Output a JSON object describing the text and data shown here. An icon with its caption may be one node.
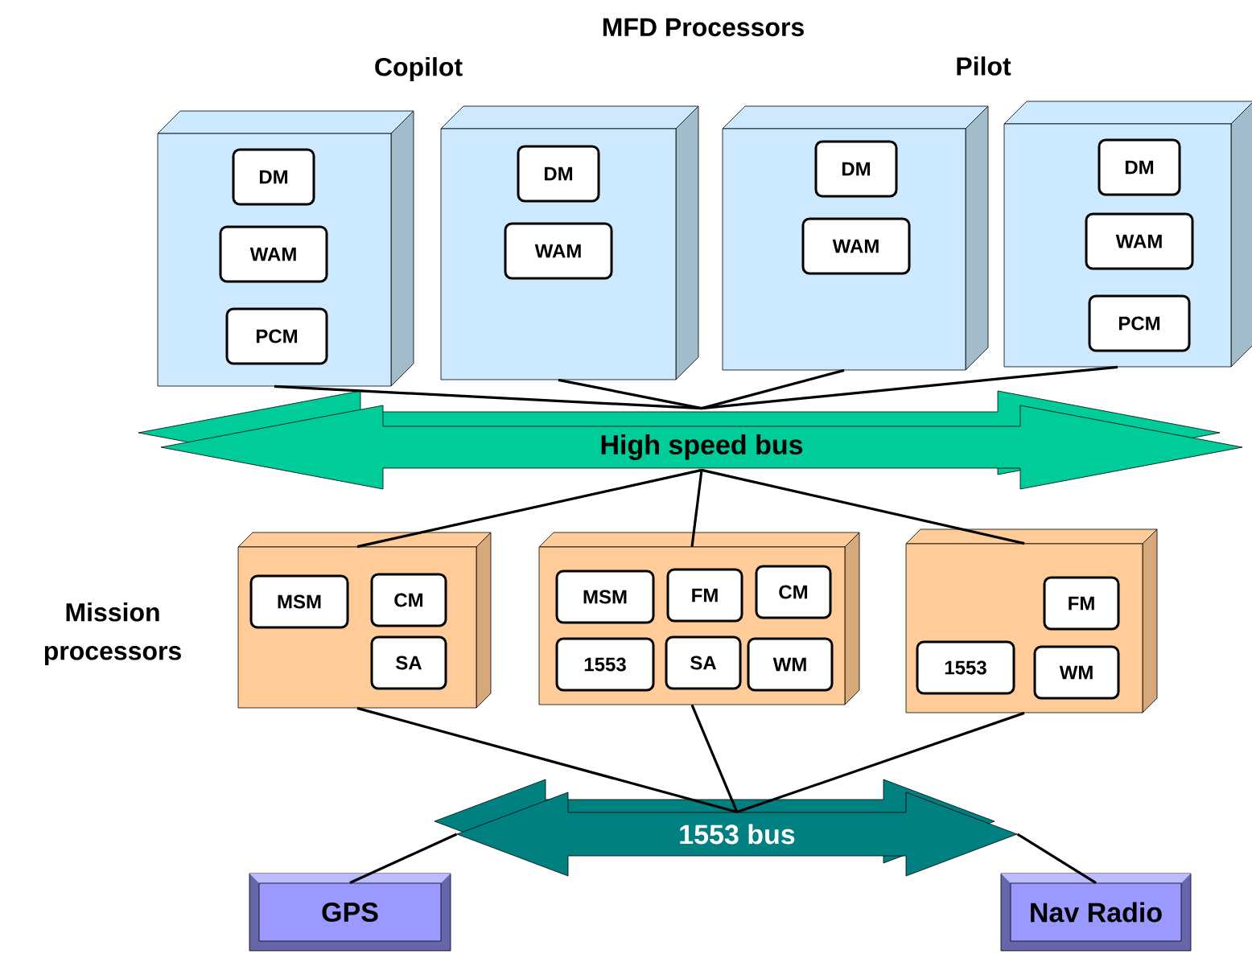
{
  "diagram": {
    "nodes": [
      {
        "text": [],
        "shape": "box"
      },
      {
        "text": [
          "DM"
        ],
        "in": 0
      },
      {
        "text": [
          "WAM"
        ],
        "in": 0
      },
      {
        "text": [
          "PCM"
        ],
        "in": 0
      },
      {
        "text": [],
        "shape": "box"
      },
      {
        "text": [
          "DM"
        ],
        "in": 4
      },
      {
        "text": [
          "WAM"
        ],
        "in": 4
      },
      {
        "text": [],
        "shape": "box"
      },
      {
        "text": [
          "DM"
        ],
        "in": 7
      },
      {
        "text": [
          "WAM"
        ],
        "in": 7
      },
      {
        "text": [],
        "shape": "box"
      },
      {
        "text": [
          "DM"
        ],
        "in": 10
      },
      {
        "text": [
          "WAM"
        ],
        "in": 10
      },
      {
        "text": [
          "PCM"
        ],
        "in": 10
      },
      {
        "text": [
          "High speed bus"
        ]
      },
      {
        "text": [],
        "shape": "box"
      },
      {
        "text": [
          "MSM"
        ],
        "in": 15
      },
      {
        "text": [
          "CM"
        ],
        "in": 15
      },
      {
        "text": [
          "SA"
        ],
        "in": 15
      },
      {
        "text": [],
        "shape": "box"
      },
      {
        "text": [
          "MSM"
        ],
        "in": 19
      },
      {
        "text": [
          "FM"
        ],
        "in": 19
      },
      {
        "text": [
          "CM"
        ],
        "in": 19
      },
      {
        "text": [
          "1553"
        ],
        "in": 19
      },
      {
        "text": [
          "SA"
        ],
        "in": 19
      },
      {
        "text": [
          "WM"
        ],
        "in": 19
      },
      {
        "text": [],
        "shape": "box"
      },
      {
        "text": [
          "FM"
        ],
        "in": 26
      },
      {
        "text": [
          "1553"
        ],
        "in": 26
      },
      {
        "text": [
          "WM"
        ],
        "in": 26
      },
      {
        "text": [
          "1553 bus"
        ]
      },
      {
        "text": [
          "GPS"
        ]
      },
      {
        "text": [
          "Nav Radio"
        ]
      }
    ],
    "edges": [
      {
        "from": 0,
        "to": 14,
        "arrow": "none"
      },
      {
        "from": 4,
        "to": 14,
        "arrow": "none"
      },
      {
        "from": 7,
        "to": 14,
        "arrow": "none"
      },
      {
        "from": 10,
        "to": 14,
        "arrow": "none"
      },
      {
        "from": 14,
        "to": 15,
        "arrow": "none"
      },
      {
        "from": 14,
        "to": 19,
        "arrow": "none"
      },
      {
        "from": 14,
        "to": 26,
        "arrow": "none"
      },
      {
        "from": 15,
        "to": 30,
        "arrow": "none"
      },
      {
        "from": 19,
        "to": 30,
        "arrow": "none"
      },
      {
        "from": 26,
        "to": 30,
        "arrow": "none"
      },
      {
        "from": 30,
        "to": 31,
        "arrow": "none"
      },
      {
        "from": 30,
        "to": 32,
        "arrow": "none"
      }
    ],
    "labels": [
      "MFD Processors",
      "Copilot",
      "Pilot",
      "Mission processors"
    ]
  }
}
